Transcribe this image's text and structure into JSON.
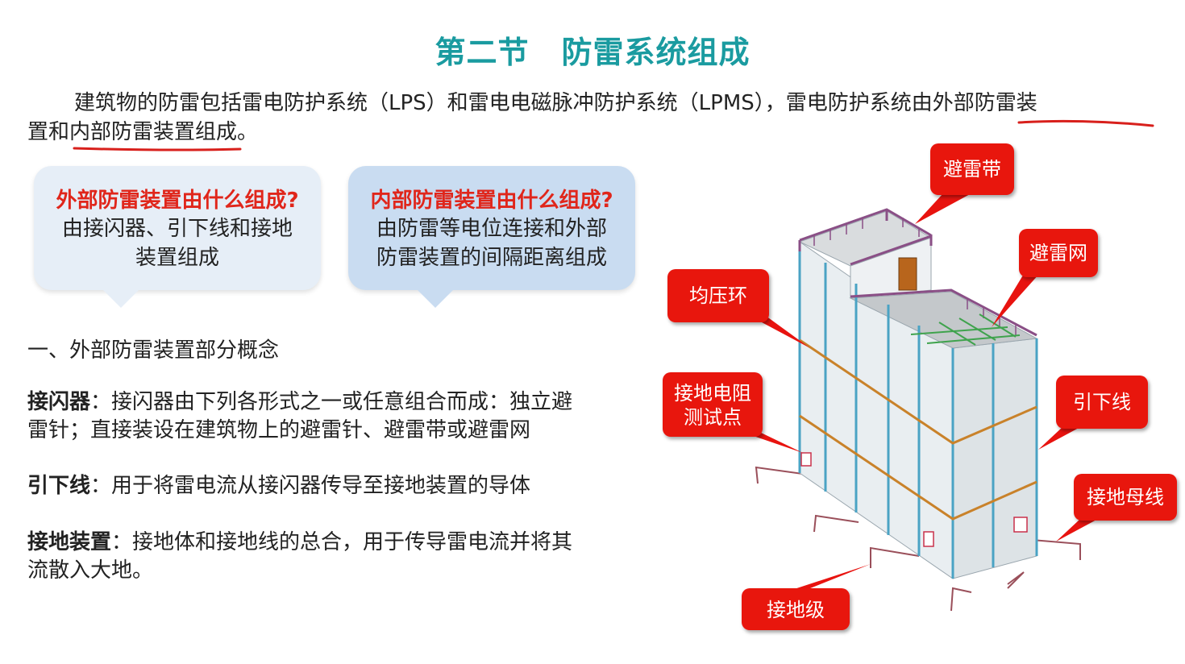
{
  "title": {
    "part1": "第二节",
    "part2": "防雷系统组成"
  },
  "intro": {
    "line1": "建筑物的防雷包括雷电防护系统（LPS）和雷电电磁脉冲防护系统（LPMS），雷电防护系统由外部防雷装",
    "line2": "置和内部防雷装置组成。"
  },
  "bubbles": [
    {
      "question": "外部防雷装置由什么组成?",
      "answer_l1": "由接闪器、引下线和接地",
      "answer_l2": "装置组成"
    },
    {
      "question": "内部防雷装置由什么组成?",
      "answer_l1": "由防雷等电位连接和外部",
      "answer_l2": "防雷装置的间隔距离组成"
    }
  ],
  "section_heading": "一、外部防雷装置部分概念",
  "terms": [
    {
      "term": "接闪器",
      "sep": "：",
      "desc_l1": "接闪器由下列各形式之一或任意组合而成：独立避",
      "desc_l2": "雷针；直接装设在建筑物上的避雷针、避雷带或避雷网"
    },
    {
      "term": "引下线",
      "sep": "：",
      "desc_l1": "用于将雷电流从接闪器传导至接地装置的导体",
      "desc_l2": ""
    },
    {
      "term": "接地装置",
      "sep": "：",
      "desc_l1": "接地体和接地线的总合，用于传导雷电流并将其",
      "desc_l2": "流散入大地。"
    }
  ],
  "labels": {
    "air_termination_strip": "避雷带",
    "air_termination_mesh": "避雷网",
    "equalizing_ring": "均压环",
    "test_point_l1": "接地电阻",
    "test_point_l2": "测试点",
    "down_conductor": "引下线",
    "earthing_busbar": "接地母线",
    "earth_electrode": "接地级"
  },
  "colors": {
    "title": "#1a9ba0",
    "question": "#e0261b",
    "callout": "#e8130f",
    "underline": "#d8201c",
    "bubble_left": "#e6eef7",
    "bubble_right": "#c9dcf1",
    "railing": "#8a4f86",
    "ring": "#c9822a",
    "mesh": "#3fa34d"
  }
}
